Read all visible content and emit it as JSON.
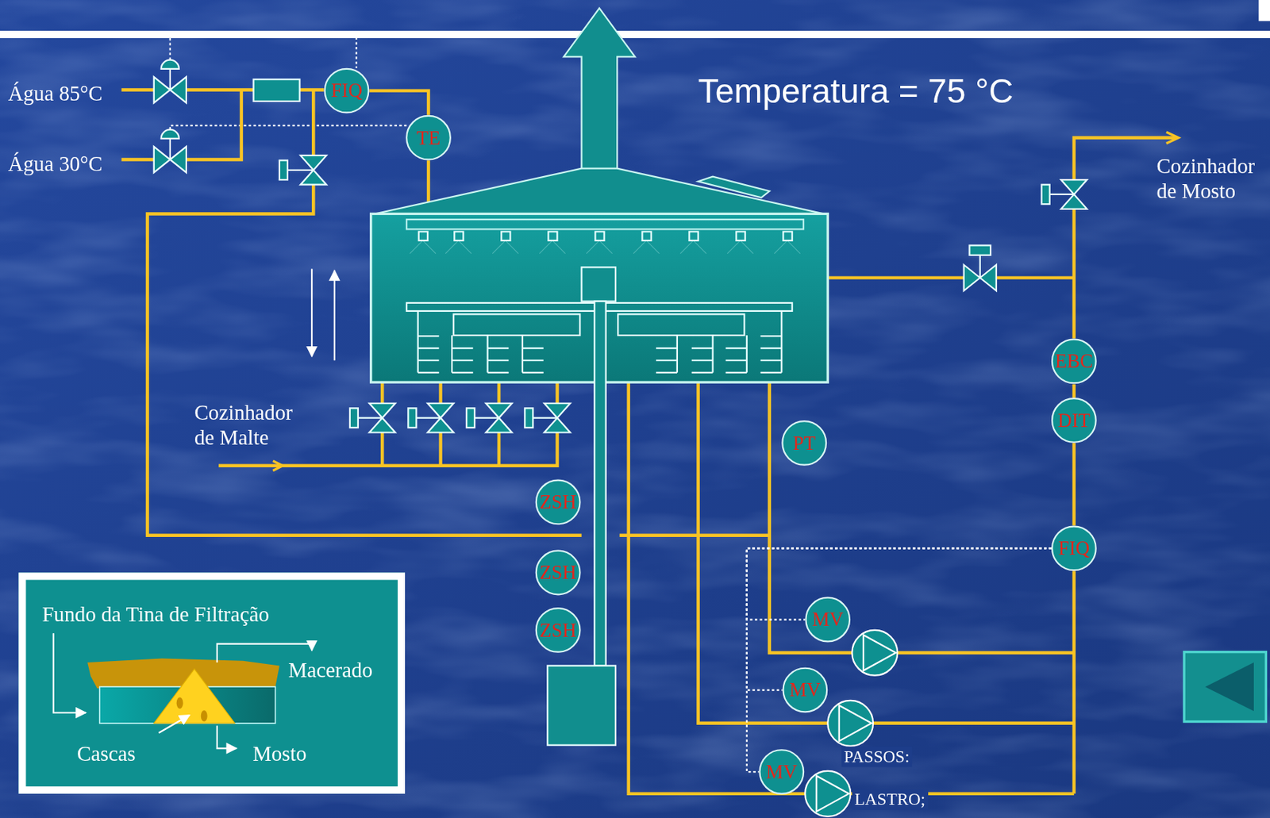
{
  "diagram": {
    "nodes": [
      {
        "text": [
          "FIQ"
        ]
      },
      {
        "text": [
          "TE"
        ]
      },
      {
        "text": [
          "EBC"
        ]
      },
      {
        "text": [
          "DIT"
        ]
      },
      {
        "text": [
          "PT"
        ]
      },
      {
        "text": [
          "ZSH"
        ]
      },
      {
        "text": [
          "FIQ"
        ]
      },
      {
        "text": [
          "ZSH"
        ]
      },
      {
        "text": [
          "ZSH"
        ]
      },
      {
        "text": [
          "MV"
        ]
      },
      {
        "text": [
          "MV"
        ]
      },
      {
        "text": [
          "MV"
        ]
      },
      {
        "text": [
          "Fundo da Tina de Filtração"
        ]
      }
    ],
    "edges": [
      {
        "from": 0,
        "to": 1,
        "arrow": "none"
      },
      {
        "from": 6,
        "to": 3,
        "arrow": "none"
      },
      {
        "from": 3,
        "to": 2,
        "arrow": "none"
      },
      {
        "from": 6,
        "to": 9,
        "arrow": "none"
      },
      {
        "from": 6,
        "to": 10,
        "arrow": "none"
      },
      {
        "from": 6,
        "to": 11,
        "arrow": "none"
      }
    ],
    "labels": [
      "Água 85°C",
      "Água 30°C",
      "Temperatura = 75 °C",
      "Cozinhador de Mosto",
      "Cozinhador de Malte",
      "Macerado",
      "Cascas",
      "Mosto",
      "PASSOS:",
      "LASTRO;"
    ]
  }
}
